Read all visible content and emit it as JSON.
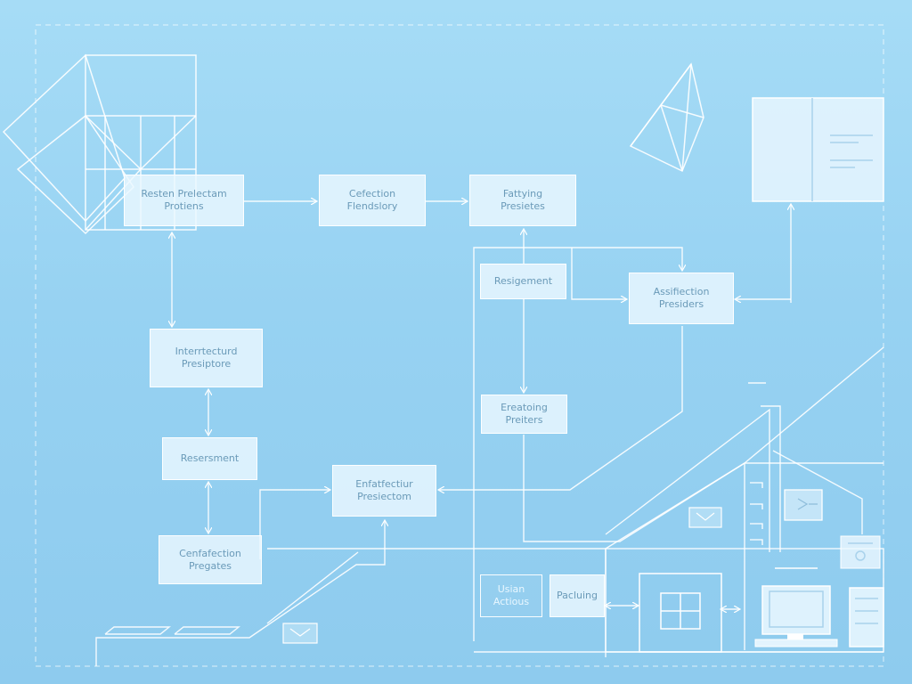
{
  "boxes": {
    "b1": {
      "line1": "Resten Prelectam",
      "line2": "Protiens"
    },
    "b2": {
      "line1": "Cefection",
      "line2": "Flendslory"
    },
    "b3": {
      "line1": "Fattying",
      "line2": "Presietes"
    },
    "b4": {
      "line1": "Resigement"
    },
    "b5": {
      "line1": "Assifiection",
      "line2": "Presiders"
    },
    "b6": {
      "line1": "Interrtecturd",
      "line2": "Presiptore"
    },
    "b7": {
      "line1": "Ereatoing",
      "line2": "Preiters"
    },
    "b8": {
      "line1": "Resersment"
    },
    "b9": {
      "line1": "Enfatfectiur",
      "line2": "Presiectom"
    },
    "b10": {
      "line1": "Cenfafection",
      "line2": "Pregates"
    },
    "b11": {
      "line1": "Usian",
      "line2": "Actious"
    },
    "b12": {
      "line1": "Pacluing"
    }
  },
  "colors": {
    "background": "#9ad4f3",
    "line": "#ffffff",
    "box_text": "#6a9ab8"
  }
}
